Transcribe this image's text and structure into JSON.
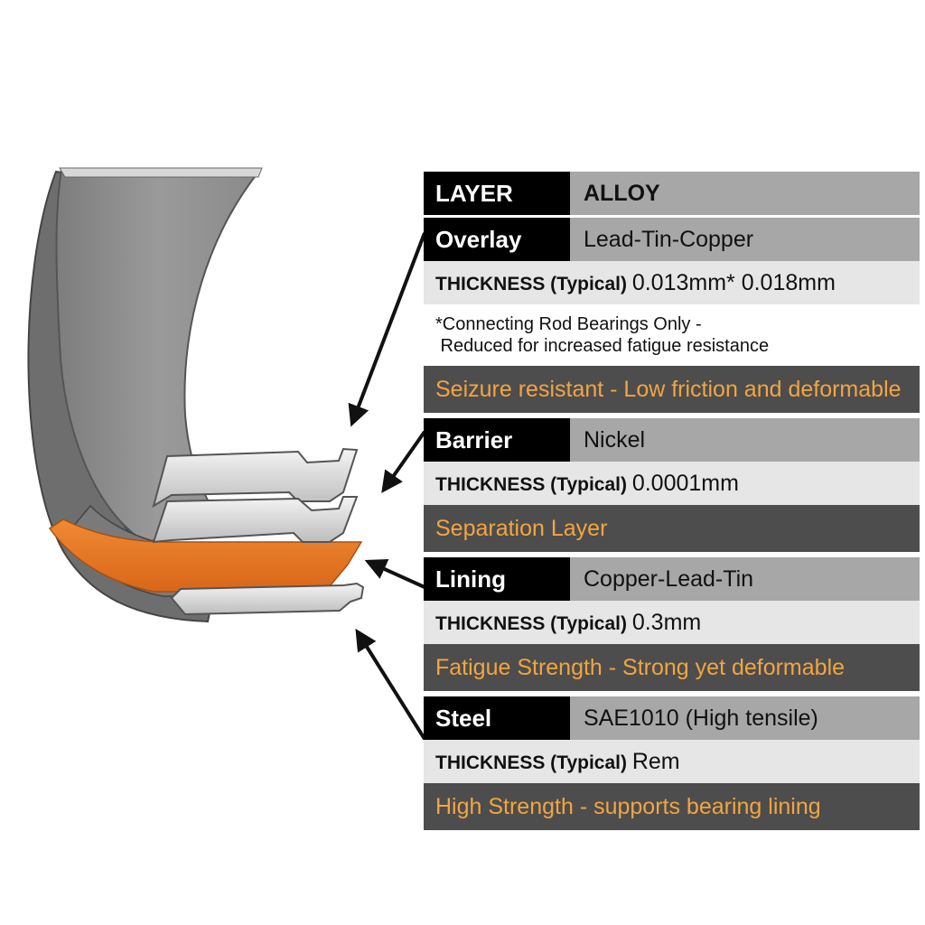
{
  "table": {
    "header": {
      "layer": "LAYER",
      "alloy": "ALLOY"
    },
    "layers": [
      {
        "name": "Overlay",
        "alloy": "Lead-Tin-Copper",
        "thickness_label": "THICKNESS (Typical)",
        "thickness": "0.013mm* 0.018mm",
        "note_line1": "*Connecting Rod Bearings Only -",
        "note_line2": " Reduced for increased fatigue resistance",
        "description": "Seizure resistant - Low friction and deformable"
      },
      {
        "name": "Barrier",
        "alloy": "Nickel",
        "thickness_label": "THICKNESS (Typical)",
        "thickness": "0.0001mm",
        "description": "Separation Layer"
      },
      {
        "name": "Lining",
        "alloy": "Copper-Lead-Tin",
        "thickness_label": "THICKNESS (Typical)",
        "thickness": "0.3mm",
        "description": "Fatigue Strength - Strong yet deformable"
      },
      {
        "name": "Steel",
        "alloy": "SAE1010 (High tensile)",
        "thickness_label": "THICKNESS (Typical)",
        "thickness": "Rem",
        "description": "High Strength - supports bearing lining"
      }
    ]
  },
  "colors": {
    "header_label_bg": "#000000",
    "header_value_bg": "#a7a7a7",
    "thickness_bg": "#e6e6e6",
    "description_bg": "#4d4d4d",
    "description_text": "#f2a541",
    "bearing_grey": "#8f8f8f",
    "lining_orange": "#ea7a26"
  }
}
